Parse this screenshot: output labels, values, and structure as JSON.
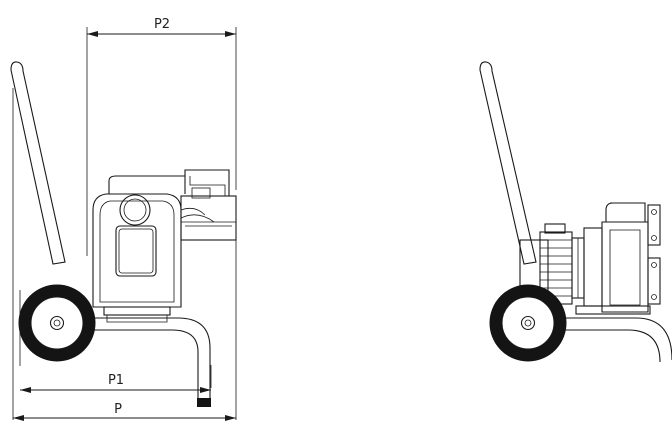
{
  "dimensions": {
    "p2_label": "P2",
    "p1_label": "P1",
    "p_label": "P"
  }
}
